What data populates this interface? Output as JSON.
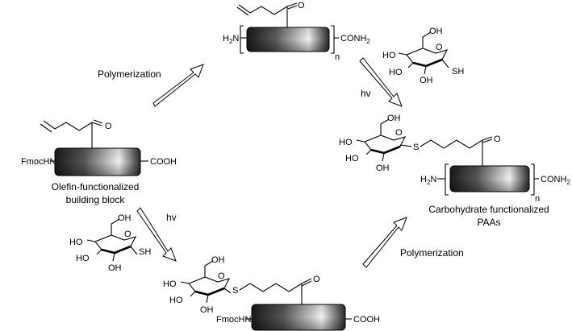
{
  "labels": {
    "polymerization_top": "Polymerization",
    "polymerization_bottom": "Polymerization",
    "hv_right": "hv",
    "hv_left": "hv",
    "building_block_line1": "Olefin-functionalized",
    "building_block_line2": "building block",
    "product_line1": "Carbohydrate functionalized",
    "product_line2": "PAAs"
  },
  "chem": {
    "oxygen": "O",
    "h2n": "H",
    "h2n_sub": "2",
    "h2n_n": "N",
    "conh2": "CONH",
    "conh2_sub": "2",
    "repeat_n": "n",
    "fmochn": "FmocHN",
    "cooh": "COOH",
    "oh": "OH",
    "ho": "HO",
    "sh": "SH",
    "s": "S"
  },
  "colors": {
    "block_dark": "#1a1a1a",
    "block_light": "#f2f2f2"
  }
}
